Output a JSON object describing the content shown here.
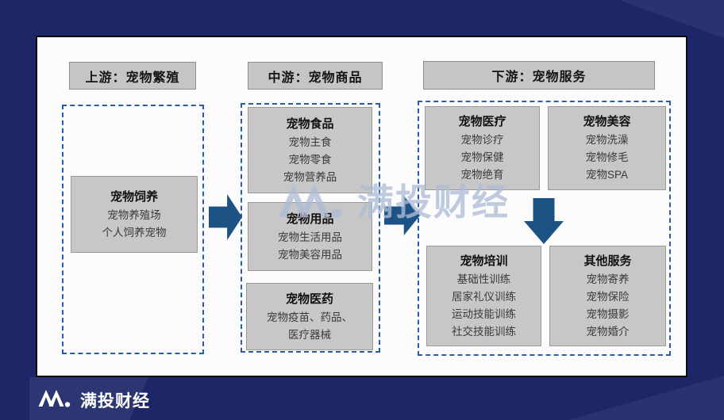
{
  "watermark": {
    "text": "满投财经"
  },
  "footer": {
    "brand": "满投财经"
  },
  "colors": {
    "background": "#1d2768",
    "panel": "#fcfcfc",
    "box_fill": "#c7c7c7",
    "dashed_border": "#2a5aa8",
    "arrow": "#1d5384",
    "watermark": "#aebcd6"
  },
  "diagram": {
    "upstream": {
      "header": "上游：宠物繁殖",
      "boxes": [
        {
          "title": "宠物饲养",
          "items": [
            "宠物养殖场",
            "个人饲养宠物"
          ]
        }
      ]
    },
    "midstream": {
      "header": "中游：宠物商品",
      "boxes": [
        {
          "title": "宠物食品",
          "items": [
            "宠物主食",
            "宠物零食",
            "宠物营养品"
          ]
        },
        {
          "title": "宠物用品",
          "items": [
            "宠物生活用品",
            "宠物美容用品"
          ]
        },
        {
          "title": "宠物医药",
          "items": [
            "宠物疫苗、药品、",
            "医疗器械"
          ]
        }
      ]
    },
    "downstream": {
      "header": "下游：宠物服务",
      "boxes": [
        {
          "title": "宠物医疗",
          "items": [
            "宠物诊疗",
            "宠物保健",
            "宠物绝育"
          ]
        },
        {
          "title": "宠物美容",
          "items": [
            "宠物洗澡",
            "宠物修毛",
            "宠物SPA"
          ]
        },
        {
          "title": "宠物培训",
          "items": [
            "基础性训练",
            "居家礼仪训练",
            "运动技能训练",
            "社交技能训练"
          ]
        },
        {
          "title": "其他服务",
          "items": [
            "宠物寄养",
            "宠物保险",
            "宠物摄影",
            "宠物婚介"
          ]
        }
      ]
    }
  }
}
